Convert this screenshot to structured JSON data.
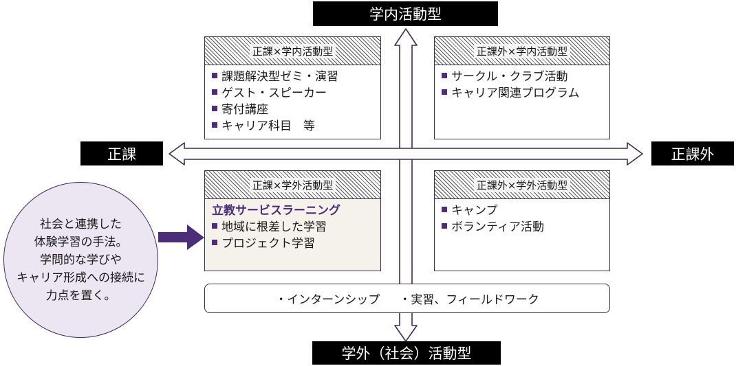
{
  "axes": {
    "top": "学内活動型",
    "bottom": "学外（社会）活動型",
    "left": "正課",
    "right": "正課外"
  },
  "quadrants": {
    "top_left": {
      "title": "正課×学内活動型",
      "items": [
        "課題解決型ゼミ・演習",
        "ゲスト・スピーカー",
        "寄付講座",
        "キャリア科目　等"
      ]
    },
    "top_right": {
      "title": "正課外×学内活動型",
      "items": [
        "サークル・クラブ活動",
        "キャリア関連プログラム"
      ]
    },
    "bottom_left": {
      "title": "正課×学外活動型",
      "highlight": "立教サービスラーニング",
      "items": [
        "地域に根差した学習",
        "プロジェクト学習"
      ]
    },
    "bottom_right": {
      "title": "正課外×学外活動型",
      "items": [
        "キャンプ",
        "ボランティア活動"
      ]
    }
  },
  "bottom_bar": {
    "items": [
      "・インターンシップ",
      "・実習、フィールドワーク"
    ]
  },
  "callout": {
    "lines": [
      "社会と連携した",
      "体験学習の手法。",
      "学問的な学びや",
      "キャリア形成への接続に",
      "力点を置く。"
    ]
  },
  "colors": {
    "accent": "#4b2d7a",
    "label_bg": "#000000",
    "highlight_bg": "#f5f2eb",
    "callout_bg": "#ebe6f2"
  }
}
